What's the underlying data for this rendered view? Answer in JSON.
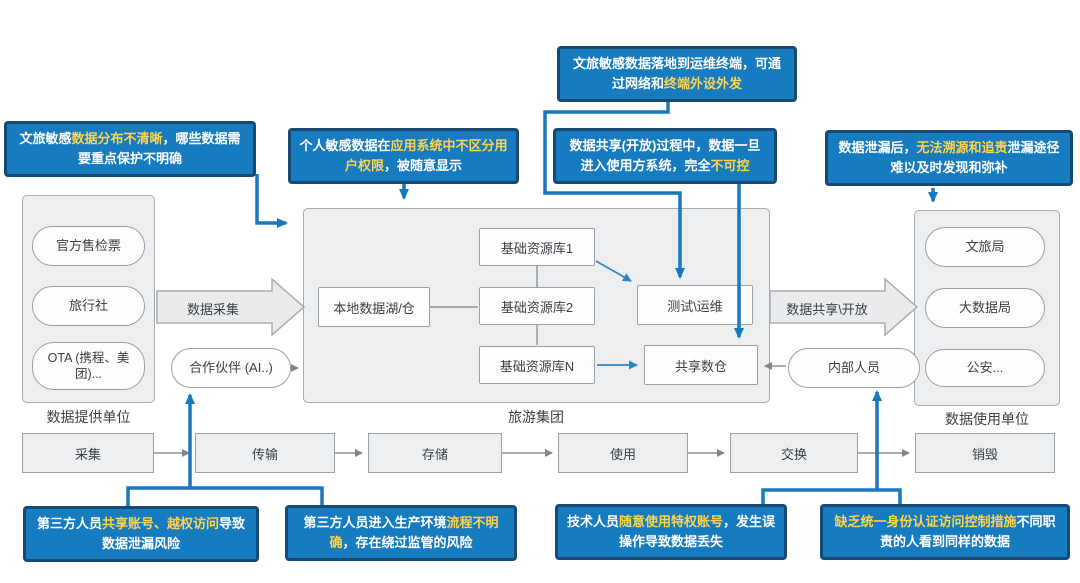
{
  "callouts": {
    "top_left": {
      "segments": [
        {
          "t": "文旅敏感"
        },
        {
          "t": "数据分布不清晰",
          "hl": true
        },
        {
          "t": "，哪些数据需要重点保护不明确"
        }
      ]
    },
    "app_system": {
      "segments": [
        {
          "t": "个人敏感数据在"
        },
        {
          "t": "应用系统中不区分用户权限",
          "hl": true
        },
        {
          "t": "，被随意显示"
        }
      ]
    },
    "terminal": {
      "segments": [
        {
          "t": "文旅敏感数据落地到运维终端，可通过网络和"
        },
        {
          "t": "终端外设外发",
          "hl": true
        }
      ]
    },
    "sharing": {
      "segments": [
        {
          "t": "数据共享(开放)过程中，数据一旦进入使用方系统，完全"
        },
        {
          "t": "不可控",
          "hl": true
        }
      ]
    },
    "leak": {
      "segments": [
        {
          "t": "数据泄漏后，"
        },
        {
          "t": "无法溯源和追责",
          "hl": true
        },
        {
          "t": "泄漏途径难以及时发现和弥补"
        }
      ]
    },
    "third_party_account": {
      "segments": [
        {
          "t": "第三方人员"
        },
        {
          "t": "共享账号、越权访问",
          "hl": true
        },
        {
          "t": "导致数据泄漏风险"
        }
      ]
    },
    "third_party_process": {
      "segments": [
        {
          "t": "第三方人员进入生产环境"
        },
        {
          "t": "流程不明确",
          "hl": true
        },
        {
          "t": "，存在绕过监管的风险"
        }
      ]
    },
    "privileged_account": {
      "segments": [
        {
          "t": "技术人员"
        },
        {
          "t": "随意使用特权账号",
          "hl": true
        },
        {
          "t": "，发生误操作导致数据丢失"
        }
      ]
    },
    "identity": {
      "segments": [
        {
          "t": "缺乏统一身份认证访问控制措施",
          "hl": true
        },
        {
          "t": "不同职责的人看到同样的数据"
        }
      ]
    }
  },
  "provider_panel": {
    "label": "数据提供单位",
    "items": [
      "官方售检票",
      "旅行社",
      "OTA (携程、美团)..."
    ]
  },
  "group_panel": {
    "label": "旅游集团",
    "lake": "本地数据湖/仓",
    "repo1": "基础资源库1",
    "repo2": "基础资源库2",
    "repoN": "基础资源库N",
    "test_ops": "测试\\运维",
    "share_dw": "共享数仓"
  },
  "consumer_panel": {
    "label": "数据使用单位",
    "items": [
      "文旅局",
      "大数据局",
      "公安..."
    ]
  },
  "nodes": {
    "partner": "合作伙伴 (AI..)",
    "insider": "内部人员"
  },
  "flow_arrows": {
    "collect": "数据采集",
    "share": "数据共享\\开放"
  },
  "lifecycle": [
    "采集",
    "传输",
    "存储",
    "使用",
    "交换",
    "销毁"
  ],
  "colors": {
    "callout_bg": "#177bbf",
    "callout_border": "#174a73",
    "highlight": "#ffd34d",
    "connector_blue": "#1878be",
    "panel_bg": "#eceef0",
    "panel_border": "#a6abb0"
  }
}
